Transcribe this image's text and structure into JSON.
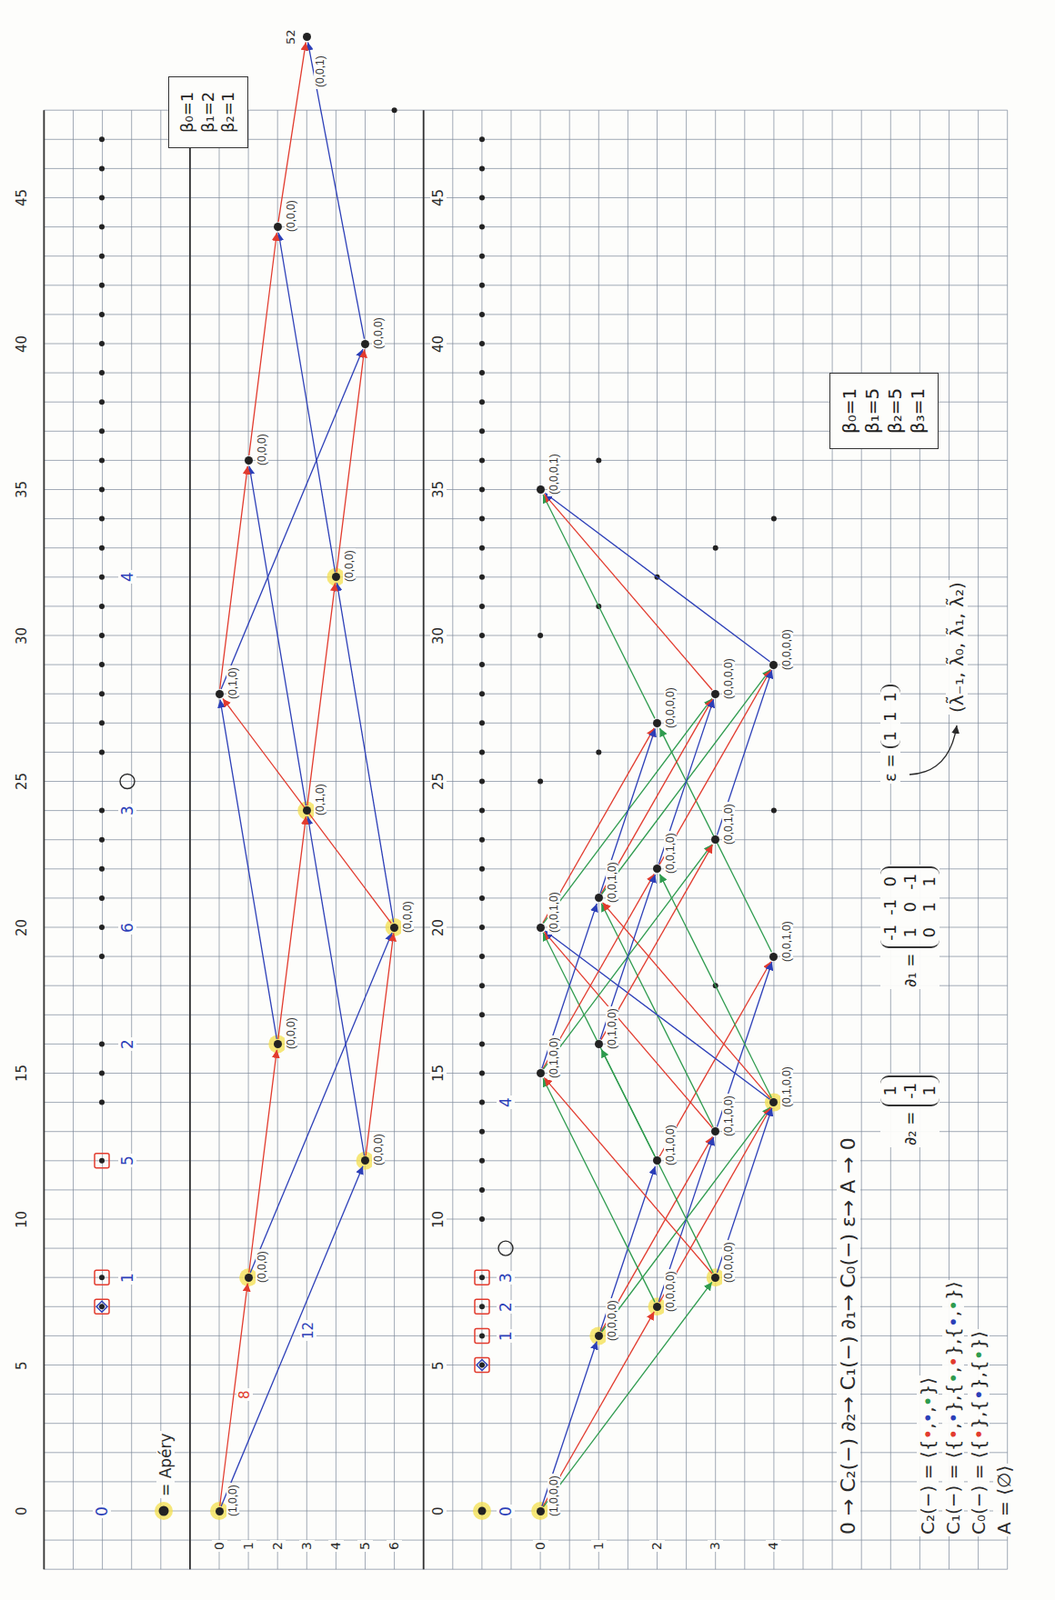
{
  "diagram": {
    "nodes": [
      {
        "text": [
          "β₀=1",
          "β₁=2",
          "β₂=1"
        ]
      },
      {
        "text": [
          "(1,0,0)"
        ]
      },
      {
        "text": [
          "(0,0,0)"
        ]
      },
      {
        "text": [
          "(0,0,0)"
        ]
      },
      {
        "text": [
          "(0,0,0)"
        ]
      },
      {
        "text": [
          "(0,0,0)"
        ]
      },
      {
        "text": [
          "(0,1,0)"
        ]
      },
      {
        "text": [
          "(0,1,0)"
        ]
      },
      {
        "text": [
          "(0,0,0)"
        ]
      },
      {
        "text": [
          "(0,0,0)"
        ]
      },
      {
        "text": [
          "(0,0,0)"
        ]
      },
      {
        "text": [
          "(0,0,0)"
        ]
      },
      {
        "text": [
          "(0,0,1)"
        ]
      },
      {
        "text": [
          "β₀=1",
          "β₁=5",
          "β₂=5",
          "β₃=1"
        ]
      },
      {
        "text": [
          "(1,0,0,0)"
        ]
      },
      {
        "text": [
          "(0,0,0,0)"
        ]
      },
      {
        "text": [
          "(0,0,0,0)"
        ]
      },
      {
        "text": [
          "(0,0,0,0)"
        ]
      },
      {
        "text": [
          "(0,1,0,0)"
        ]
      },
      {
        "text": [
          "(0,1,0,0)"
        ]
      },
      {
        "text": [
          "(0,1,0,0)"
        ]
      },
      {
        "text": [
          "(0,1,0,0)"
        ]
      },
      {
        "text": [
          "(0,1,0,0)"
        ]
      },
      {
        "text": [
          "(0,0,1,0)"
        ]
      },
      {
        "text": [
          "(0,0,1,0)"
        ]
      },
      {
        "text": [
          "(0,0,1,0)"
        ]
      },
      {
        "text": [
          "(0,0,1,0)"
        ]
      },
      {
        "text": [
          "(0,0,1,0)"
        ]
      },
      {
        "text": [
          "(0,0,0,0)"
        ]
      },
      {
        "text": [
          "(0,0,0,0)"
        ]
      },
      {
        "text": [
          "(0,0,0,0)"
        ]
      },
      {
        "text": [
          "(0,0,0,1)"
        ]
      }
    ],
    "edges": [
      {
        "from": 1,
        "to": 2,
        "arrow": "to",
        "label": "8"
      },
      {
        "from": 1,
        "to": 3,
        "arrow": "to",
        "label": "12"
      },
      {
        "from": 2,
        "to": 4,
        "arrow": "to"
      },
      {
        "from": 2,
        "to": 5,
        "arrow": "to"
      },
      {
        "from": 3,
        "to": 5,
        "arrow": "to"
      },
      {
        "from": 3,
        "to": 6,
        "arrow": "to"
      },
      {
        "from": 4,
        "to": 6,
        "arrow": "to"
      },
      {
        "from": 4,
        "to": 7,
        "arrow": "to"
      },
      {
        "from": 5,
        "to": 7,
        "arrow": "to"
      },
      {
        "from": 5,
        "to": 8,
        "arrow": "to"
      },
      {
        "from": 6,
        "to": 8,
        "arrow": "to"
      },
      {
        "from": 6,
        "to": 9,
        "arrow": "to"
      },
      {
        "from": 7,
        "to": 9,
        "arrow": "to"
      },
      {
        "from": 7,
        "to": 10,
        "arrow": "to"
      },
      {
        "from": 8,
        "to": 10,
        "arrow": "to"
      },
      {
        "from": 8,
        "to": 11,
        "arrow": "to"
      },
      {
        "from": 9,
        "to": 11,
        "arrow": "to"
      },
      {
        "from": 10,
        "to": 12,
        "arrow": "to"
      },
      {
        "from": 11,
        "to": 12,
        "arrow": "to"
      },
      {
        "from": 14,
        "to": 15,
        "arrow": "to"
      },
      {
        "from": 14,
        "to": 16,
        "arrow": "to"
      },
      {
        "from": 14,
        "to": 17,
        "arrow": "to"
      },
      {
        "from": 15,
        "to": 18,
        "arrow": "to"
      },
      {
        "from": 15,
        "to": 19,
        "arrow": "to"
      },
      {
        "from": 15,
        "to": 20,
        "arrow": "to"
      },
      {
        "from": 16,
        "to": 19,
        "arrow": "to"
      },
      {
        "from": 16,
        "to": 20,
        "arrow": "to"
      },
      {
        "from": 16,
        "to": 21,
        "arrow": "to"
      },
      {
        "from": 17,
        "to": 20,
        "arrow": "to"
      },
      {
        "from": 17,
        "to": 21,
        "arrow": "to"
      },
      {
        "from": 17,
        "to": 22,
        "arrow": "to"
      },
      {
        "from": 18,
        "to": 23,
        "arrow": "to"
      },
      {
        "from": 18,
        "to": 24,
        "arrow": "to"
      },
      {
        "from": 19,
        "to": 23,
        "arrow": "to"
      },
      {
        "from": 19,
        "to": 24,
        "arrow": "to"
      },
      {
        "from": 19,
        "to": 25,
        "arrow": "to"
      },
      {
        "from": 20,
        "to": 24,
        "arrow": "to"
      },
      {
        "from": 20,
        "to": 25,
        "arrow": "to"
      },
      {
        "from": 20,
        "to": 26,
        "arrow": "to"
      },
      {
        "from": 21,
        "to": 25,
        "arrow": "to"
      },
      {
        "from": 21,
        "to": 26,
        "arrow": "to"
      },
      {
        "from": 21,
        "to": 27,
        "arrow": "to"
      },
      {
        "from": 22,
        "to": 26,
        "arrow": "to"
      },
      {
        "from": 22,
        "to": 27,
        "arrow": "to"
      },
      {
        "from": 23,
        "to": 28,
        "arrow": "to"
      },
      {
        "from": 24,
        "to": 28,
        "arrow": "to"
      },
      {
        "from": 24,
        "to": 29,
        "arrow": "to"
      },
      {
        "from": 25,
        "to": 28,
        "arrow": "to"
      },
      {
        "from": 25,
        "to": 29,
        "arrow": "to"
      },
      {
        "from": 25,
        "to": 30,
        "arrow": "to"
      },
      {
        "from": 26,
        "to": 29,
        "arrow": "to"
      },
      {
        "from": 26,
        "to": 30,
        "arrow": "to"
      },
      {
        "from": 27,
        "to": 30,
        "arrow": "to"
      },
      {
        "from": 28,
        "to": 31,
        "arrow": "to"
      },
      {
        "from": 29,
        "to": 31,
        "arrow": "to"
      },
      {
        "from": 30,
        "to": 31,
        "arrow": "to"
      }
    ],
    "labels": [
      "0",
      "5",
      "10",
      "15",
      "20",
      "25",
      "30",
      "35",
      "40",
      "45",
      "0",
      "5",
      "10",
      "15",
      "20",
      "25",
      "30",
      "35",
      "40",
      "45",
      "0",
      "1",
      "2",
      "3",
      "4",
      "5",
      "6",
      "0",
      "1",
      "2",
      "3",
      "4",
      "0",
      "1",
      "5",
      "2",
      "6",
      "3",
      "4",
      "0",
      "1",
      "2",
      "3",
      "4",
      "52",
      "0 → C₂(−) ∂₂→ C₁(−) ∂₁→ C₀(−) ε→ A → 0",
      "C₂(−) = ⟨{•,•,•}⟩",
      "C₁(−) = ⟨{•,•},{•,•},{•,•}⟩",
      "C₀(−) = ⟨{•},{•},{•}⟩",
      "A = ⟨∅⟩",
      "∂₂ =",
      "1",
      "-1",
      "1",
      "∂₁ =",
      "-1",
      "-1",
      "0",
      "1",
      "0",
      "-1",
      "0",
      "1",
      "1",
      "ε =",
      "1",
      "1",
      "1",
      "(λ̃₋₁, λ̃₀, λ̃₁, λ̃₂)"
    ],
    "legend": [
      {
        "text": "= Apéry"
      }
    ]
  }
}
